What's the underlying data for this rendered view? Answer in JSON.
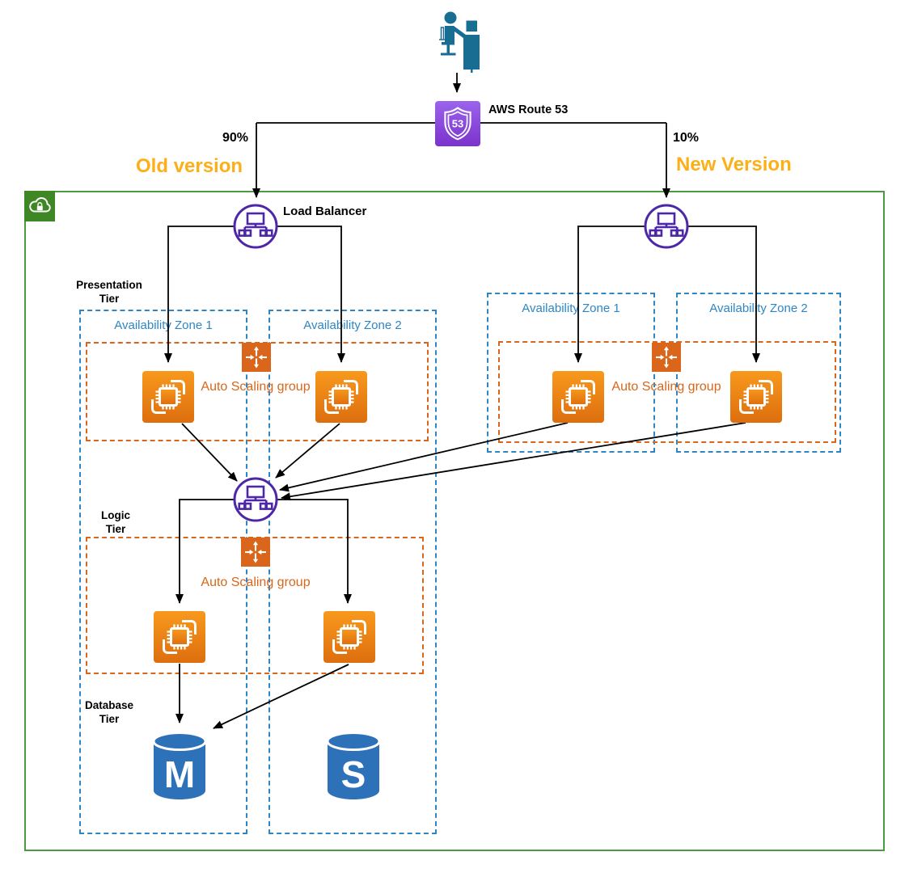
{
  "colors": {
    "aws_cloud_green": "#3F8624",
    "cloud_border_green": "#4C9A41",
    "availability_zone_blue": "#2E86C5",
    "auto_scaling_orange": "#D9661A",
    "ec2_gradient_light": "#F8991D",
    "ec2_gradient_dark": "#DD6E0E",
    "load_balancer_purple": "#4D27A8",
    "route53_purple_light": "#9B63EC",
    "route53_purple_dark": "#7B33CC",
    "database_blue": "#2D72B8",
    "version_label_gold": "#FCAF17",
    "user_icon_teal": "#186D92",
    "connector_black": "#000000"
  },
  "top": {
    "route53_label": "AWS Route 53",
    "route53_badge": "53",
    "old_weight": "90%",
    "new_weight": "10%",
    "old_version_label": "Old version",
    "new_version_label": "New Version"
  },
  "old_stack": {
    "load_balancer_label": "Load Balancer",
    "tiers": {
      "presentation": {
        "line1": "Presentation",
        "line2": "Tier"
      },
      "logic": {
        "line1": "Logic",
        "line2": "Tier"
      },
      "database": {
        "line1": "Database",
        "line2": "Tier"
      }
    },
    "az1_label": "Availability Zone 1",
    "az2_label": "Availability Zone 2",
    "presentation_asg_label": "Auto Scaling group",
    "logic_asg_label": "Auto Scaling group",
    "db_primary_letter": "M",
    "db_secondary_letter": "S"
  },
  "new_stack": {
    "az1_label": "Availability Zone 1",
    "az2_label": "Availability Zone 2",
    "asg_label": "Auto Scaling group"
  }
}
